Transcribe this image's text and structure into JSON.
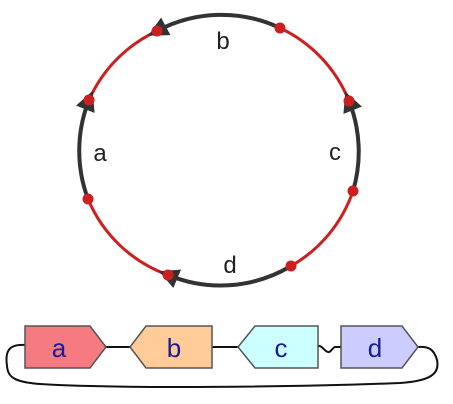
{
  "diagram": {
    "circle": {
      "arc_labels": [
        "a",
        "b",
        "c",
        "d"
      ],
      "colors": {
        "gap_arc": "#cc1f1f",
        "gene_arc": "#333333",
        "endpoint": "#cc1f1f"
      }
    },
    "linear": {
      "segments": [
        {
          "label": "a",
          "orientation": "right",
          "fill": "#f57b80"
        },
        {
          "label": "b",
          "orientation": "left",
          "fill": "#ffcc99"
        },
        {
          "label": "c",
          "orientation": "left",
          "fill": "#ccffff"
        },
        {
          "label": "d",
          "orientation": "right",
          "fill": "#ccccff"
        }
      ]
    }
  }
}
